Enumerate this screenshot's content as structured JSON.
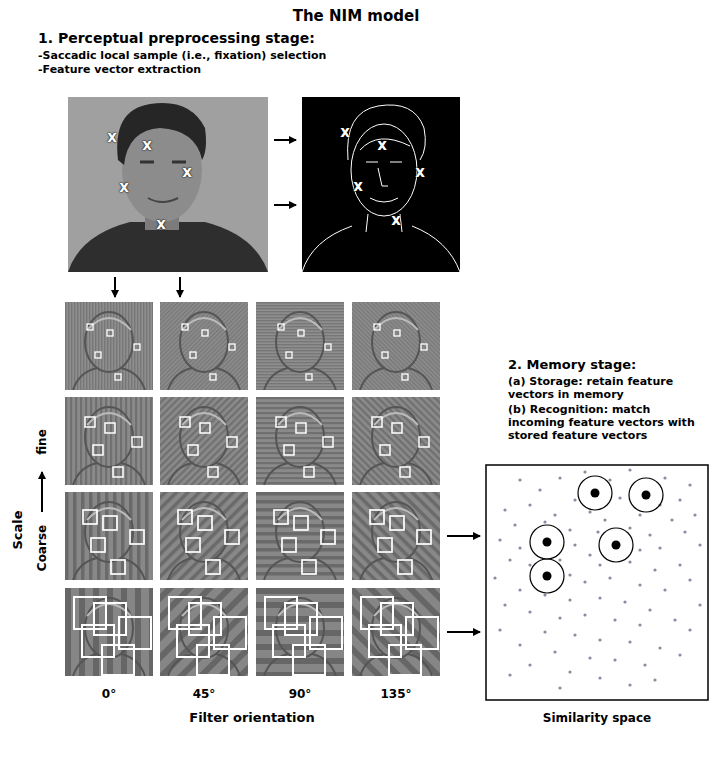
{
  "diagram": {
    "title": "The NIM model",
    "labels": [
      "1. Perceptual preprocessing stage:",
      "-Saccadic local sample (i.e., fixation) selection",
      "-Feature vector extraction",
      "x",
      "x",
      "x",
      "x",
      "x",
      "x",
      "x",
      "x",
      "x",
      "x",
      "fine",
      "Scale",
      "Coarse",
      "0°",
      "45°",
      "90°",
      "135°",
      "Filter orientation",
      "2. Memory stage:",
      "(a) Storage: retain feature vectors in memory",
      "(b) Recognition: match incoming feature vectors with stored feature vectors",
      "Similarity space"
    ]
  }
}
